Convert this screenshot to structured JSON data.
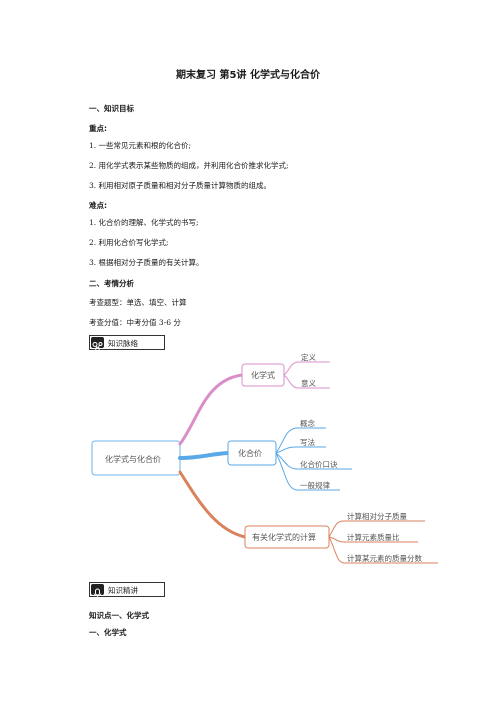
{
  "doc": {
    "title": "期末复习  第5讲  化学式与化合价",
    "sections": {
      "goals_heading": "一、知识目标",
      "key_label": "重点:",
      "key_items": [
        "1. 一些常见元素和根的化合价;",
        "2. 用化学式表示某些物质的组成，并利用化合价推求化学式;",
        "3. 利用相对原子质量和相对分子质量计算物质的组成。"
      ],
      "difficult_label": "难点:",
      "difficult_items": [
        "1. 化合价的理解、化学式的书写;",
        "2. 利用化合价写化学式;",
        "3. 根据相对分子质量的有关计算。"
      ],
      "analysis_heading": "二、考情分析",
      "question_types": "考查题型：单选、填空、计算",
      "score": "考查分值：中考分值 3-6 分"
    },
    "badges": {
      "map": "知识脉络",
      "lecture": "知识精讲"
    },
    "mindmap": {
      "root": "化学式与化合价",
      "branches": [
        {
          "label": "化学式",
          "color": "#d98ec9",
          "leaves": [
            "定义",
            "意义"
          ]
        },
        {
          "label": "化合价",
          "color": "#5aa9e6",
          "leaves": [
            "概念",
            "写法",
            "化合价口诀",
            "一般规律"
          ]
        },
        {
          "label": "有关化学式的计算",
          "color": "#d9825b",
          "leaves": [
            "计算相对分子质量",
            "计算元素质量比",
            "计算某元素的质量分数"
          ]
        }
      ]
    },
    "footer": {
      "point": "知识点一、化学式",
      "sub": "一、化学式"
    }
  }
}
